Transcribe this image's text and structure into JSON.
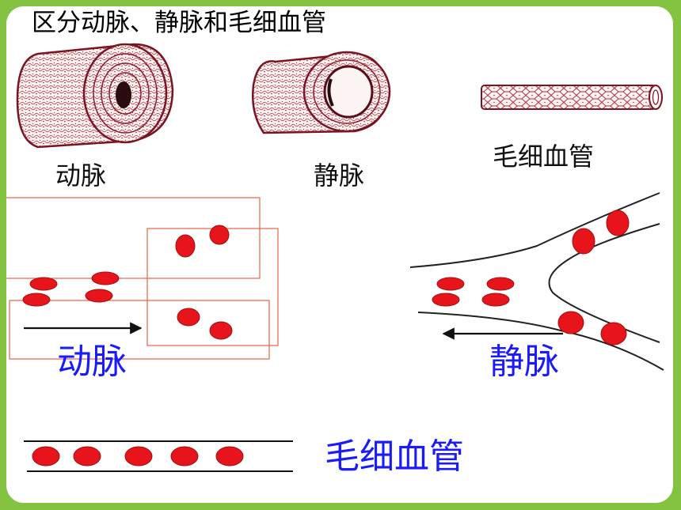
{
  "title": "区分动脉、静脉和毛细血管",
  "figure_labels": {
    "artery": "动脉",
    "vein": "静脉",
    "capillary": "毛细血管"
  },
  "diagram_labels": {
    "artery": "动脉",
    "vein": "静脉",
    "capillary": "毛细血管"
  },
  "colors": {
    "frame": "#83c341",
    "vessel": "#a81e2c",
    "blood_cell": "#e8141b",
    "label_blue": "#1a1aff",
    "highlight_box": "#e8624a"
  }
}
